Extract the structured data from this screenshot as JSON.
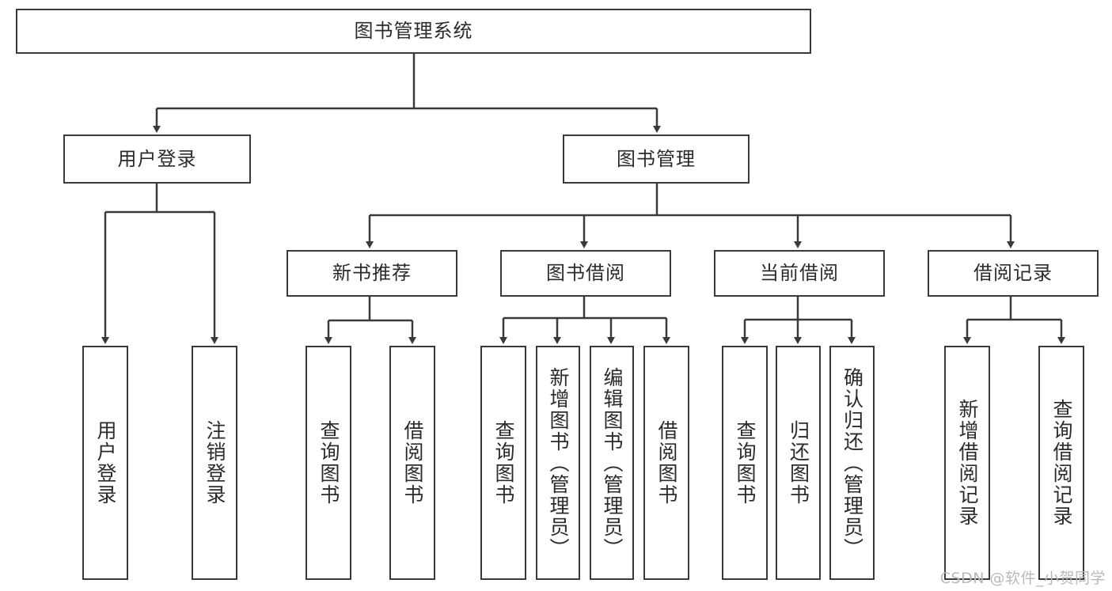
{
  "diagram": {
    "title": "图书管理系统",
    "type": "tree",
    "root": {
      "id": "root",
      "label": "图书管理系统"
    },
    "level2": [
      {
        "id": "user-login",
        "label": "用户登录"
      },
      {
        "id": "book-manage",
        "label": "图书管理"
      }
    ],
    "level3": [
      {
        "id": "new-book-recommend",
        "label": "新书推荐"
      },
      {
        "id": "book-borrow",
        "label": "图书借阅"
      },
      {
        "id": "current-borrow",
        "label": "当前借阅"
      },
      {
        "id": "borrow-record",
        "label": "借阅记录"
      }
    ],
    "leaves": {
      "user-login": [
        {
          "id": "leaf-user-login",
          "label": "用户登录"
        },
        {
          "id": "leaf-logout-login",
          "label": "注销登录"
        }
      ],
      "new-book-recommend": [
        {
          "id": "leaf-query-book-1",
          "label": "查询图书"
        },
        {
          "id": "leaf-borrow-book-1",
          "label": "借阅图书"
        }
      ],
      "book-borrow": [
        {
          "id": "leaf-query-book-2",
          "label": "查询图书"
        },
        {
          "id": "leaf-add-book",
          "label": "新增图书（管理员）"
        },
        {
          "id": "leaf-edit-book",
          "label": "编辑图书（管理员）"
        },
        {
          "id": "leaf-borrow-book-2",
          "label": "借阅图书"
        }
      ],
      "current-borrow": [
        {
          "id": "leaf-query-book-3",
          "label": "查询图书"
        },
        {
          "id": "leaf-return-book",
          "label": "归还图书"
        },
        {
          "id": "leaf-confirm-return",
          "label": "确认归还（管理员）"
        }
      ],
      "borrow-record": [
        {
          "id": "leaf-add-record",
          "label": "新增借阅记录"
        },
        {
          "id": "leaf-query-record",
          "label": "查询借阅记录"
        }
      ]
    }
  },
  "watermark": {
    "text": "CSDN @软件_小贺同学"
  },
  "colors": {
    "stroke": "#3a3a3a",
    "text": "#2b2b2b",
    "background": "#ffffff",
    "watermark": "#b9b9b9"
  }
}
